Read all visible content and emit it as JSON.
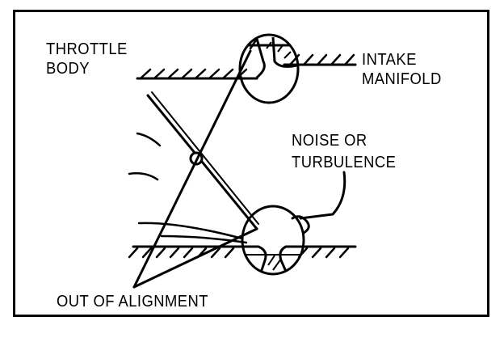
{
  "labels": {
    "throttle_line1": "THROTTLE",
    "throttle_line2": "BODY",
    "intake_line1": "INTAKE",
    "intake_line2": "MANIFOLD",
    "noise_line1": "NOISE OR",
    "noise_line2": "TURBULENCE",
    "alignment": "OUT OF ALIGNMENT"
  },
  "colors": {
    "ink": "#000000",
    "background": "#ffffff"
  }
}
